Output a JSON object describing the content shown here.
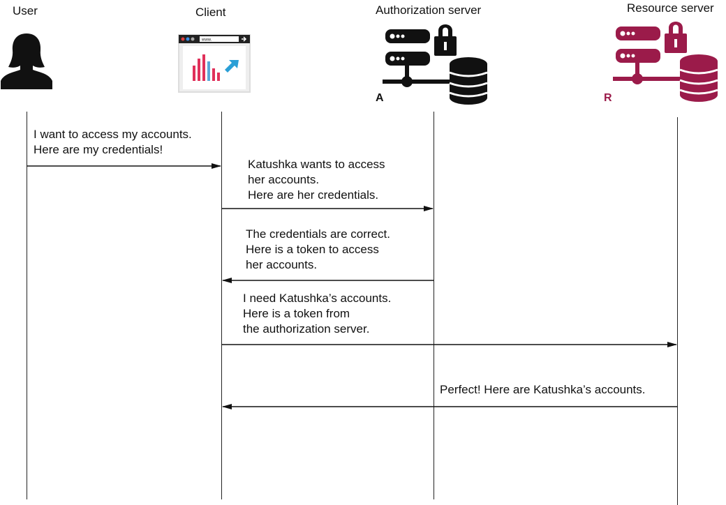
{
  "actors": {
    "user": {
      "label": "User",
      "icon": "user-silhouette-icon"
    },
    "client": {
      "label": "Client",
      "icon": "browser-chart-icon"
    },
    "auth": {
      "label": "Authorization server",
      "letter": "A",
      "icon": "locked-server-database-icon",
      "color": "#111111"
    },
    "resource": {
      "label": "Resource server",
      "letter": "R",
      "icon": "locked-server-database-icon",
      "color": "#9b1b4a"
    }
  },
  "client_icon_colors": {
    "bars": "#e0305a",
    "bar_alt": "#5aa8d8",
    "cursor": "#2a9fd6",
    "frame": "#222222",
    "dots": [
      "#e04040",
      "#3a8ee6",
      "#aaaaaa"
    ]
  },
  "client_icon_url": "www.",
  "messages": [
    {
      "lines": [
        "I want to access my accounts.",
        "Here are my credentials!"
      ]
    },
    {
      "lines": [
        "Katushka wants to access",
        "her accounts.",
        "Here are her credentials."
      ]
    },
    {
      "lines": [
        "The credentials are correct.",
        "Here is a token to access",
        "her accounts."
      ]
    },
    {
      "lines": [
        "I need Katushka’s accounts.",
        "Here is a token from",
        "the authorization server."
      ]
    },
    {
      "lines": [
        "Perfect! Here are Katushka’s accounts."
      ]
    }
  ]
}
